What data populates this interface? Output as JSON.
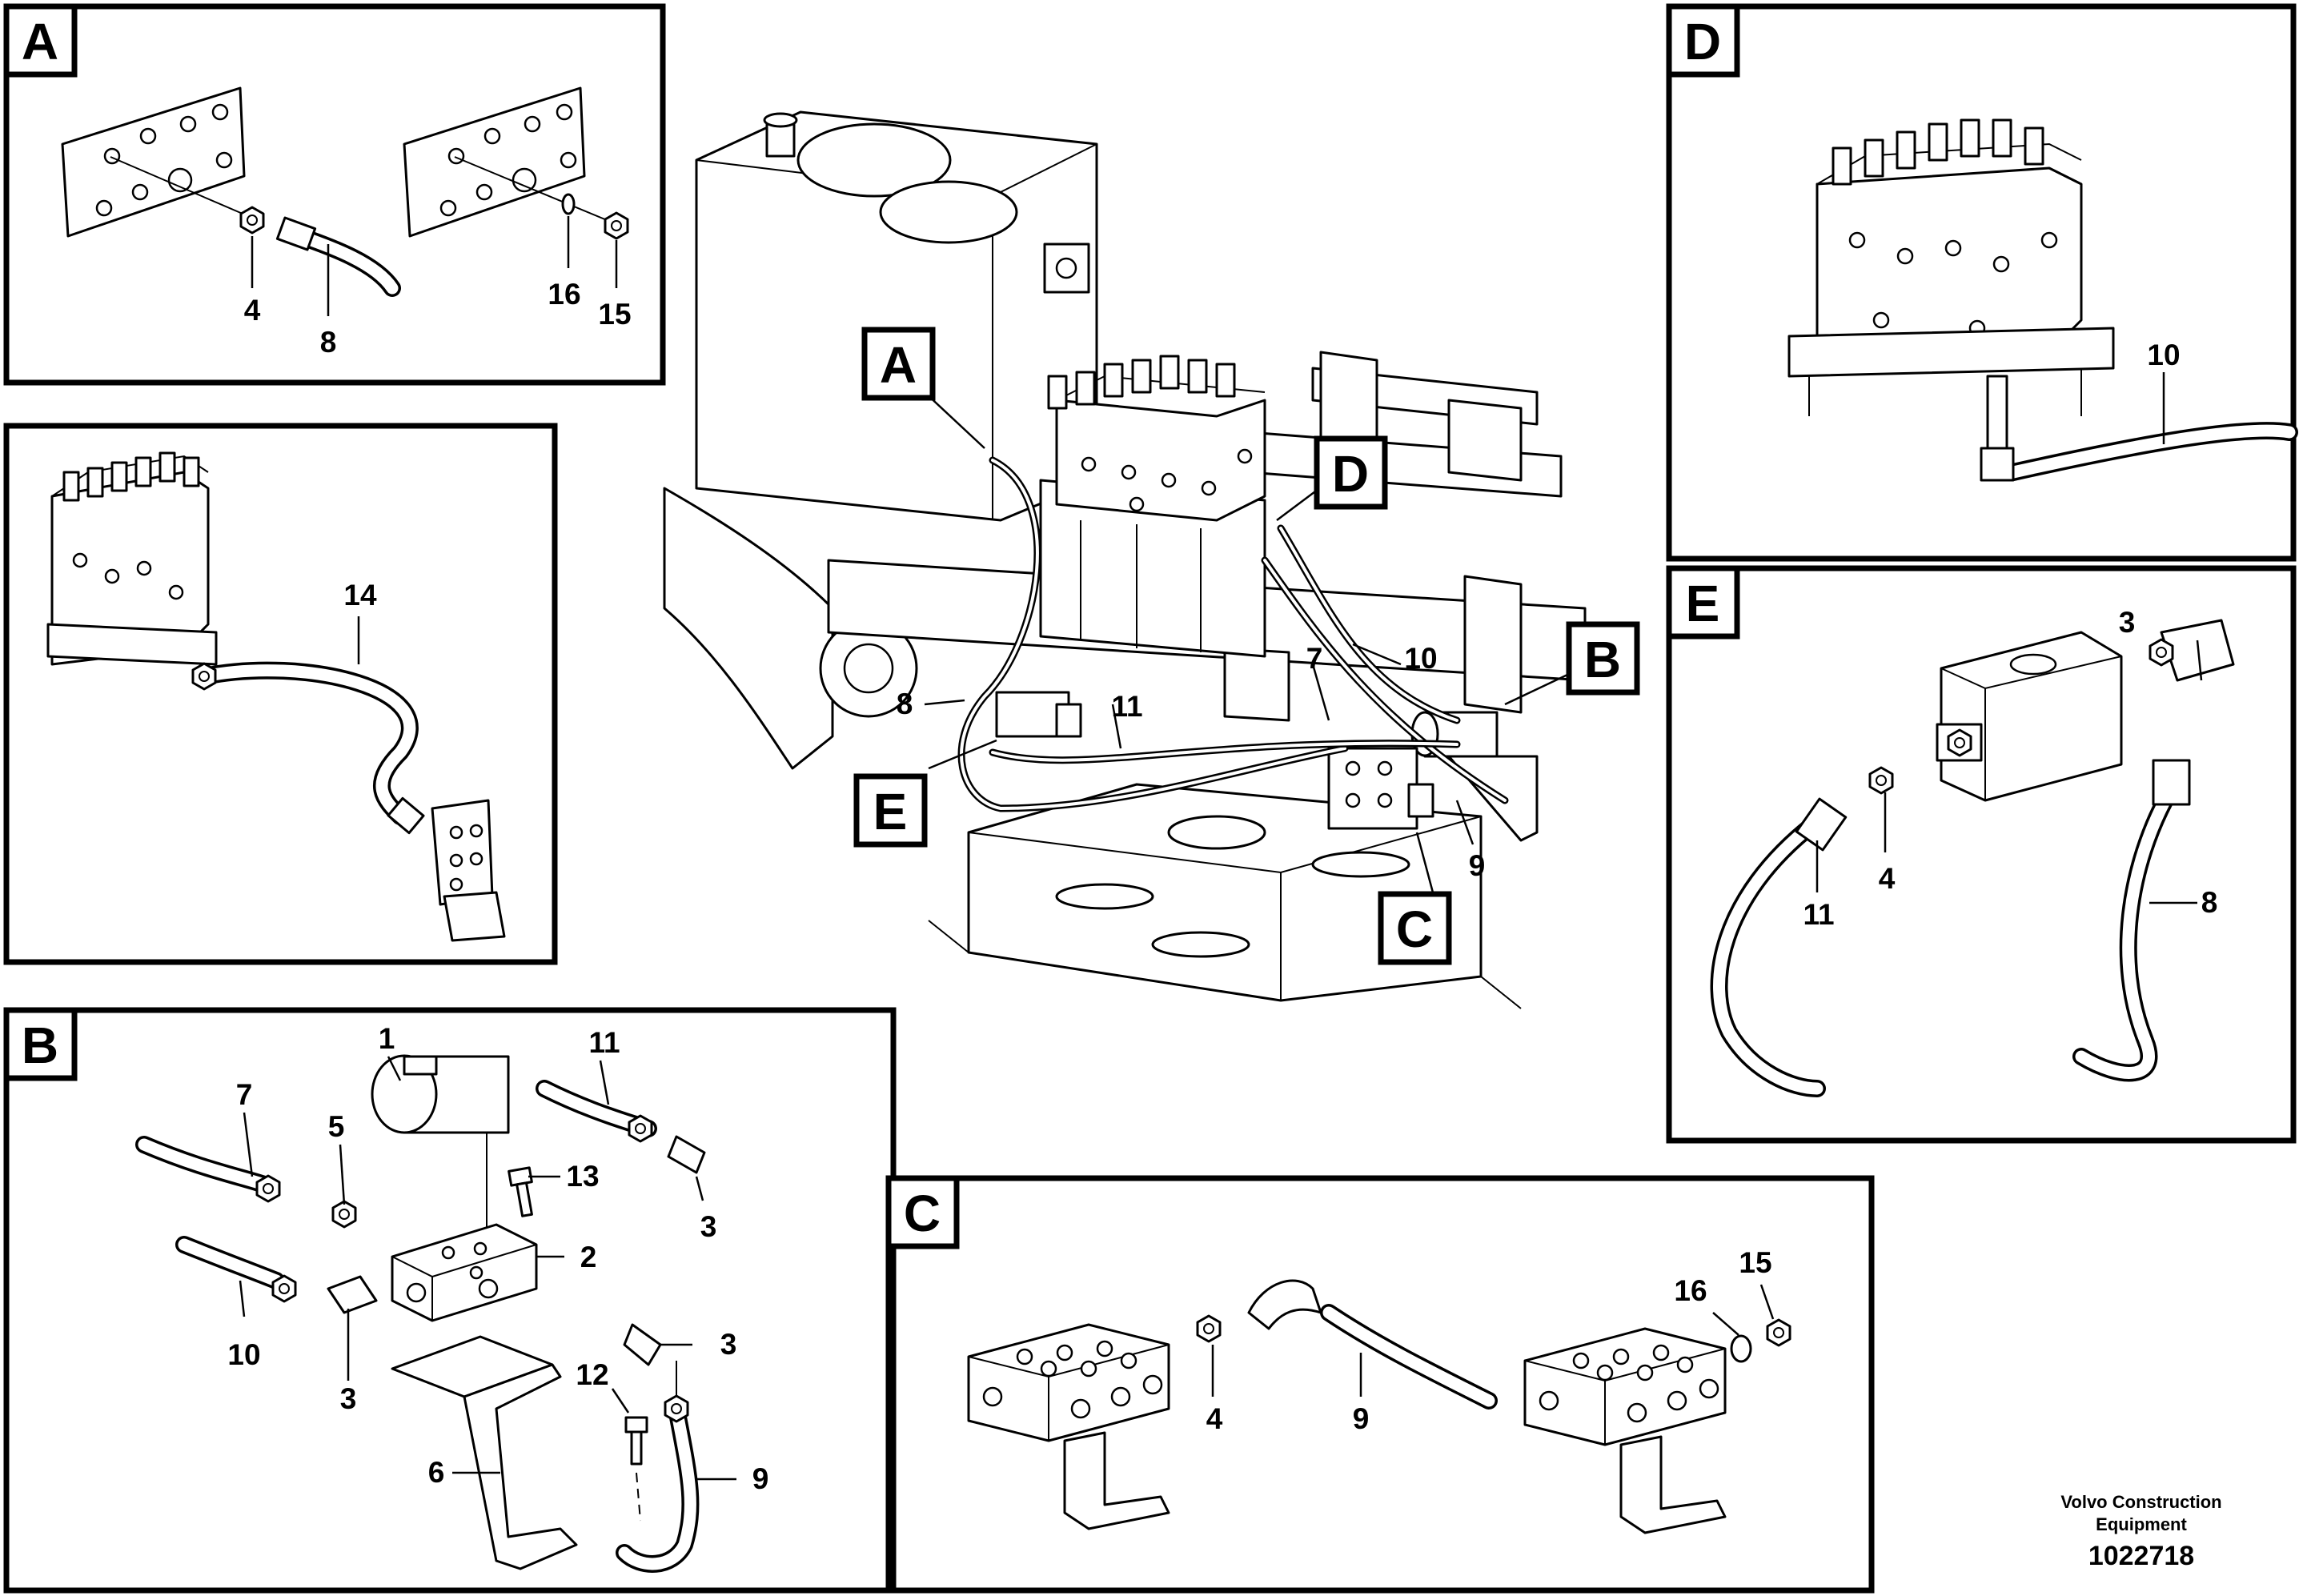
{
  "sections": {
    "a": "A",
    "b": "B",
    "c": "C",
    "d": "D",
    "e": "E"
  },
  "labels": {
    "a": {
      "n4": "4",
      "n8": "8",
      "n16": "16",
      "n15": "15"
    },
    "mid": {
      "n14": "14"
    },
    "main": {
      "n8": "8",
      "n11": "11",
      "n7": "7",
      "n10": "10",
      "n9": "9"
    },
    "d": {
      "n10": "10"
    },
    "e": {
      "n3": "3",
      "n11": "11",
      "n4": "4",
      "n8": "8"
    },
    "b": {
      "n1": "1",
      "n11": "11",
      "n7": "7",
      "n5": "5",
      "n13": "13",
      "n3a": "3",
      "n2": "2",
      "n10": "10",
      "n3b": "3",
      "n3c": "3",
      "n12": "12",
      "n6": "6",
      "n9": "9"
    },
    "c": {
      "n15": "15",
      "n16": "16",
      "n4": "4",
      "n9": "9"
    }
  },
  "footer": {
    "company_line1": "Volvo Construction",
    "company_line2": "Equipment",
    "doc_number": "1022718"
  }
}
